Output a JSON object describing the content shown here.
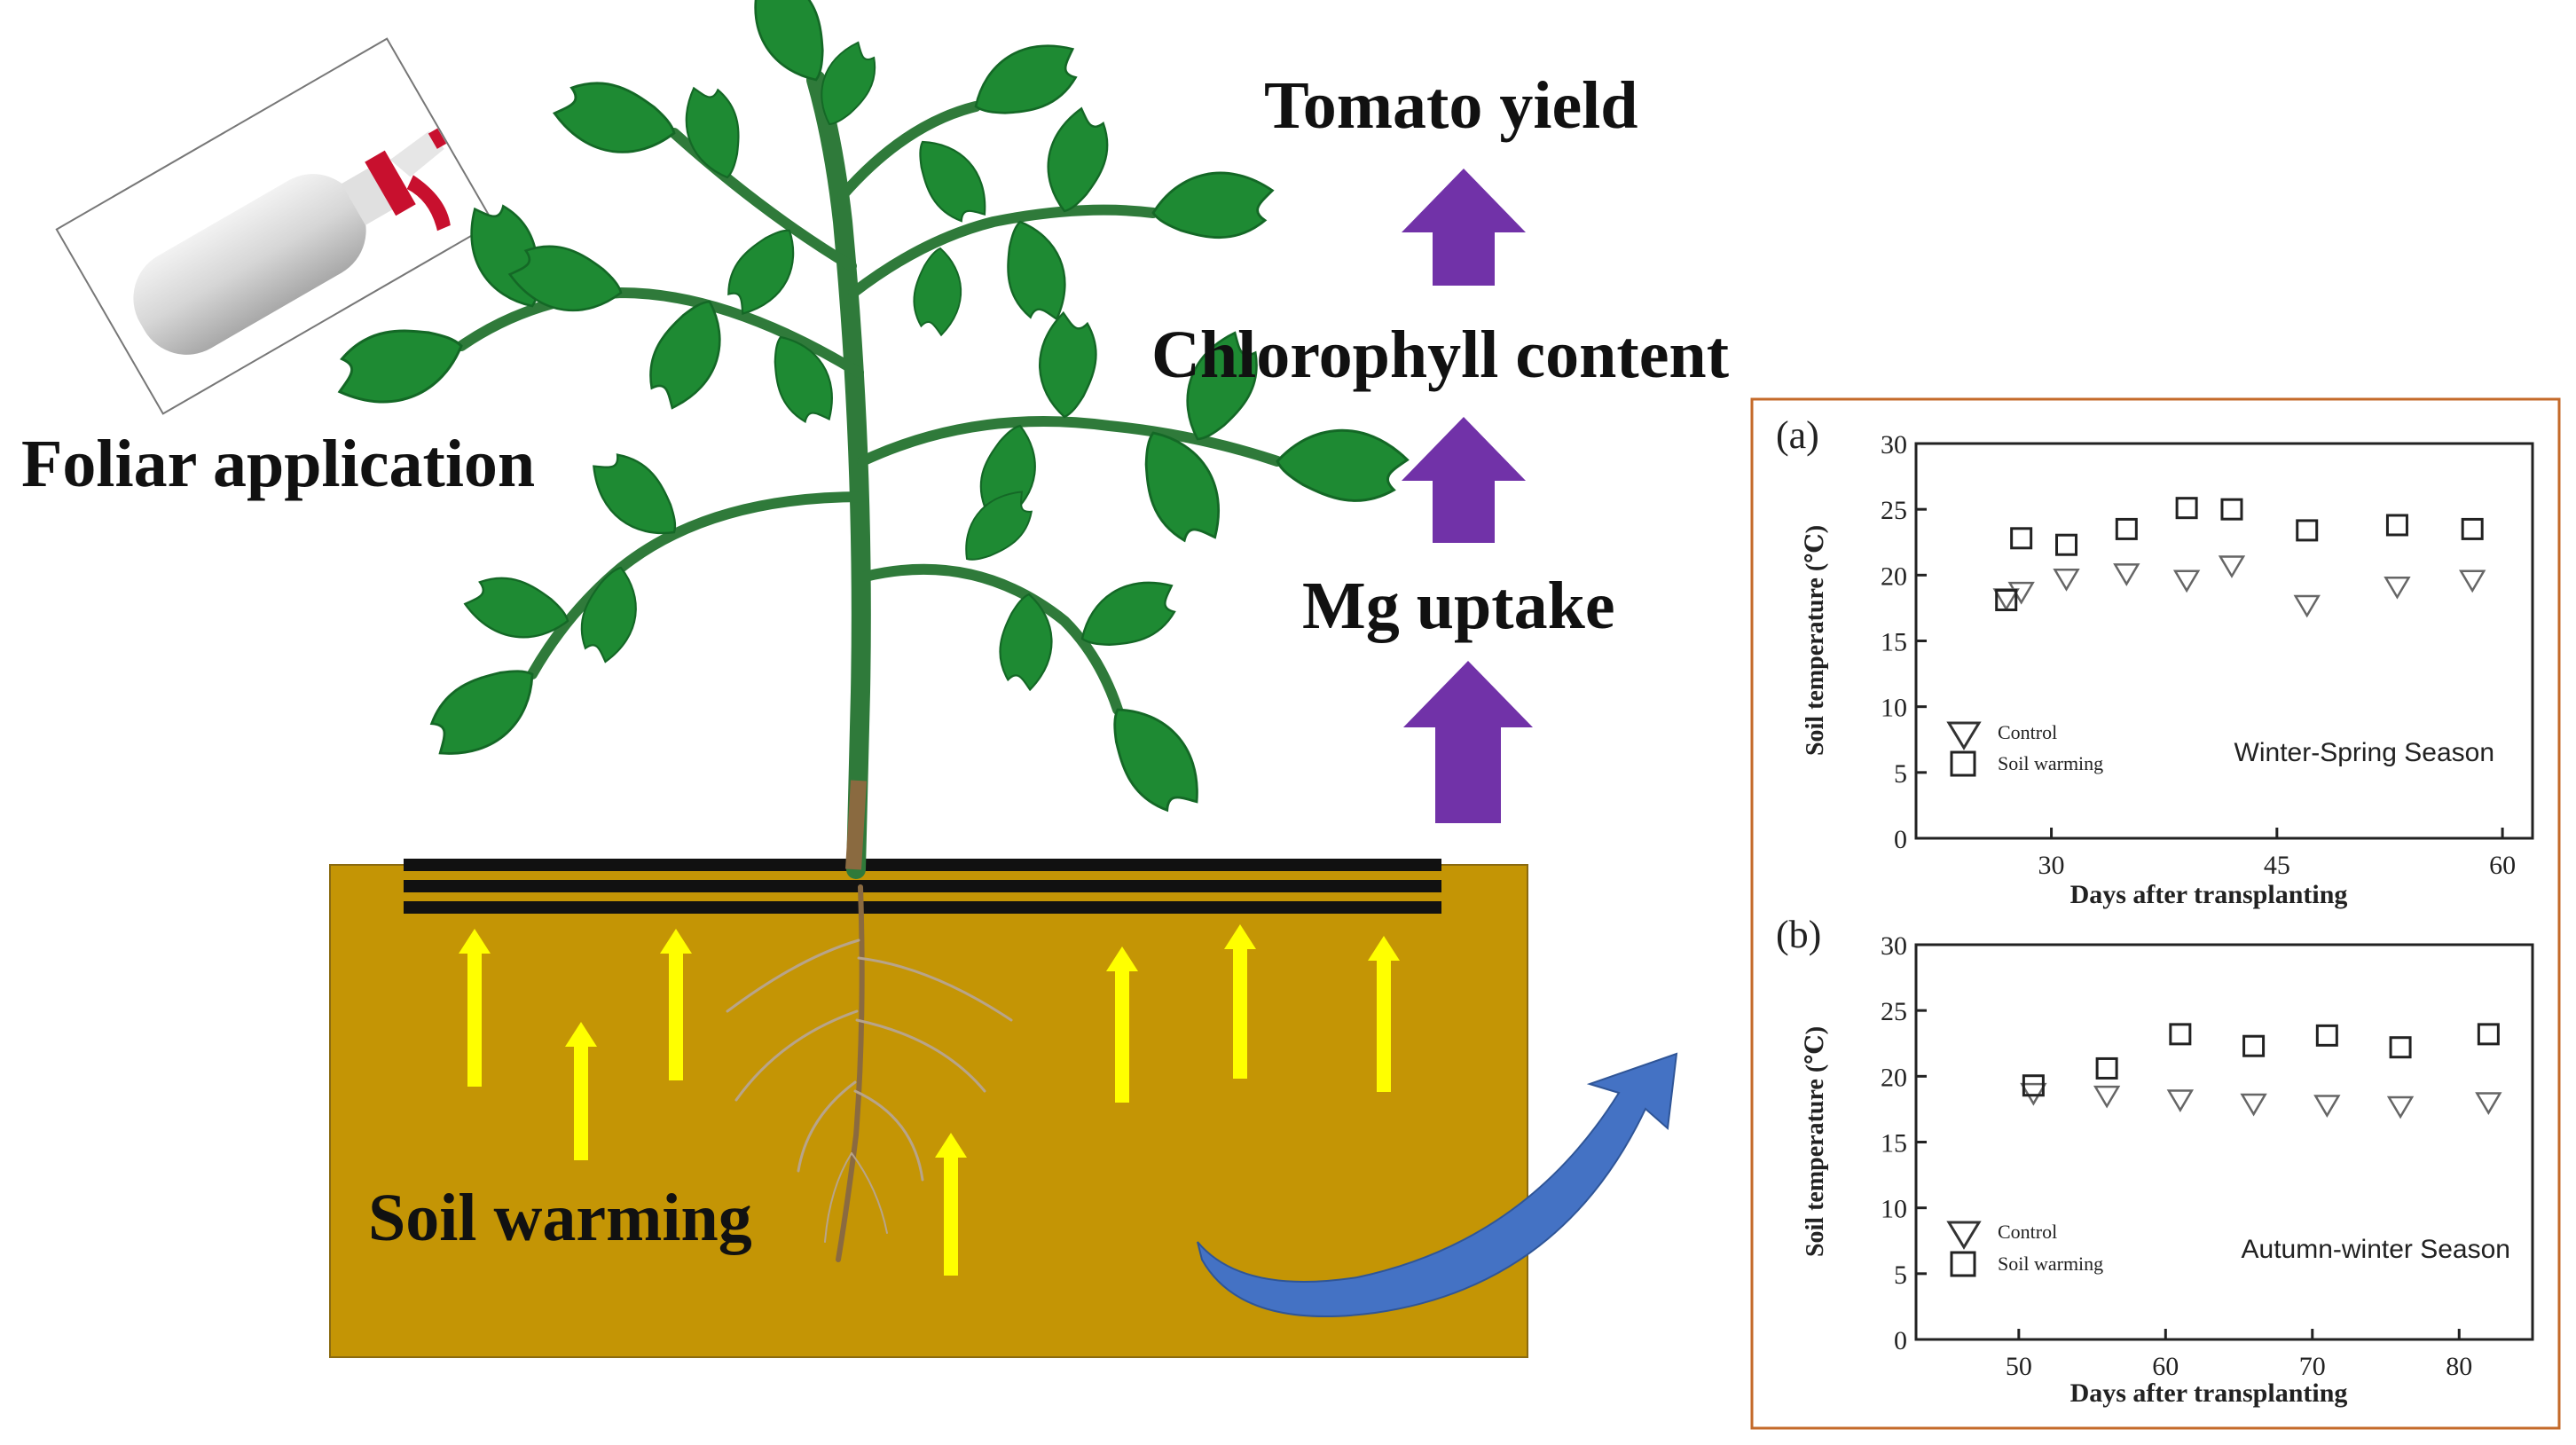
{
  "labels": {
    "foliar": "Foliar application",
    "soil": "Soil warming",
    "mg": "Mg uptake",
    "chlorophyll": "Chlorophyll content",
    "yield": "Tomato yield"
  },
  "colors": {
    "soil": "#c49505",
    "heat_arrow": "#ffff00",
    "process_arrow": "#7132a8",
    "curved_arrow": "#4472c4",
    "leaf": "#1e8a33",
    "stem": "#2f7a3a",
    "inset_border": "#c46a2a"
  },
  "chart_data": [
    {
      "type": "scatter",
      "panel": "(a)",
      "title": "Winter-Spring Season",
      "xlabel": "Days after transplanting",
      "ylabel": "Soil temperature (℃)",
      "xlim": [
        21,
        62
      ],
      "ylim": [
        0,
        30
      ],
      "xticks": [
        30,
        45,
        60
      ],
      "yticks": [
        0,
        5,
        10,
        15,
        20,
        25,
        30
      ],
      "legend": [
        "Control",
        "Soil warming"
      ],
      "series": [
        {
          "name": "Control",
          "marker": "triangle-down",
          "x": [
            27,
            28,
            31,
            35,
            39,
            42,
            47,
            53,
            58
          ],
          "y": [
            18.3,
            18.8,
            19.8,
            20.2,
            19.7,
            20.8,
            17.8,
            19.2,
            19.7
          ]
        },
        {
          "name": "Soil warming",
          "marker": "square",
          "x": [
            27,
            28,
            31,
            35,
            39,
            42,
            47,
            53,
            58
          ],
          "y": [
            18.1,
            22.8,
            22.3,
            23.5,
            25.1,
            25.0,
            23.4,
            23.8,
            23.5
          ]
        }
      ]
    },
    {
      "type": "scatter",
      "panel": "(b)",
      "title": "Autumn-winter Season",
      "xlabel": "Days after transplanting",
      "ylabel": "Soil temperature (℃)",
      "xlim": [
        43,
        85
      ],
      "ylim": [
        0,
        30
      ],
      "xticks": [
        50,
        60,
        70,
        80
      ],
      "yticks": [
        0,
        5,
        10,
        15,
        20,
        25,
        30
      ],
      "legend": [
        "Control",
        "Soil warming"
      ],
      "series": [
        {
          "name": "Control",
          "marker": "triangle-down",
          "x": [
            51,
            56,
            61,
            66,
            71,
            76,
            82
          ],
          "y": [
            18.8,
            18.6,
            18.3,
            18.0,
            17.9,
            17.8,
            18.1
          ]
        },
        {
          "name": "Soil warming",
          "marker": "square",
          "x": [
            51,
            56,
            61,
            66,
            71,
            76,
            82
          ],
          "y": [
            19.3,
            20.6,
            23.2,
            22.3,
            23.1,
            22.2,
            23.2
          ]
        }
      ]
    }
  ]
}
